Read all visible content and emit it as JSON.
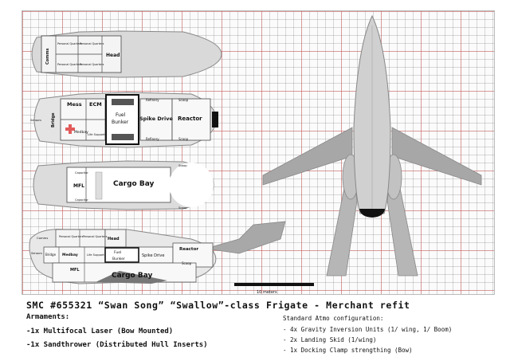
{
  "deck_top": {
    "rooms": [
      "Comms",
      "Personal Quarters",
      "Personal Quarters",
      "Head",
      "Personal Quarters",
      "Personal Quarters"
    ]
  },
  "deck_main": {
    "rooms": [
      "Mess",
      "ECM",
      "Fuel",
      "Bunker",
      "Spike Drive",
      "Reactor",
      "Refinery",
      "Scoop",
      "Refinery",
      "Scoop",
      "Bridge",
      "Sensors",
      "Medbay",
      "Life Support"
    ]
  },
  "deck_cargo": {
    "rooms": [
      "MFL",
      "Cargo Bay",
      "Capacitor",
      "Capacitor",
      "Scoop",
      "Scoop"
    ]
  },
  "side_profile": {
    "rooms": [
      "Comms",
      "Personal Quarters",
      "Personal Quarters",
      "Head",
      "Sensors",
      "Bridge",
      "Medbay",
      "Life Support",
      "Fuel",
      "Bunker",
      "Spike Drive",
      "Reactor",
      "Scoop",
      "MFL",
      "Cargo Bay"
    ]
  },
  "scale_bar": {
    "label": "10 meters"
  },
  "title": "SMC #655321 “Swan Song”  “Swallow”-class Frigate - Merchant refit",
  "armaments": {
    "heading": "Armaments:",
    "items": [
      "-1x Multifocal Laser (Bow Mounted)",
      "-1x Sandthrower (Distributed Hull Inserts)"
    ]
  },
  "standard_config": {
    "heading": "Standard Atmo configuration:",
    "items": [
      "- 4x Gravity Inversion Units (1/ wing, 1/ Boom)",
      "- 2x Landing Skid (1/wing)",
      "- 1x Docking Clamp strengthing (Bow)"
    ]
  }
}
